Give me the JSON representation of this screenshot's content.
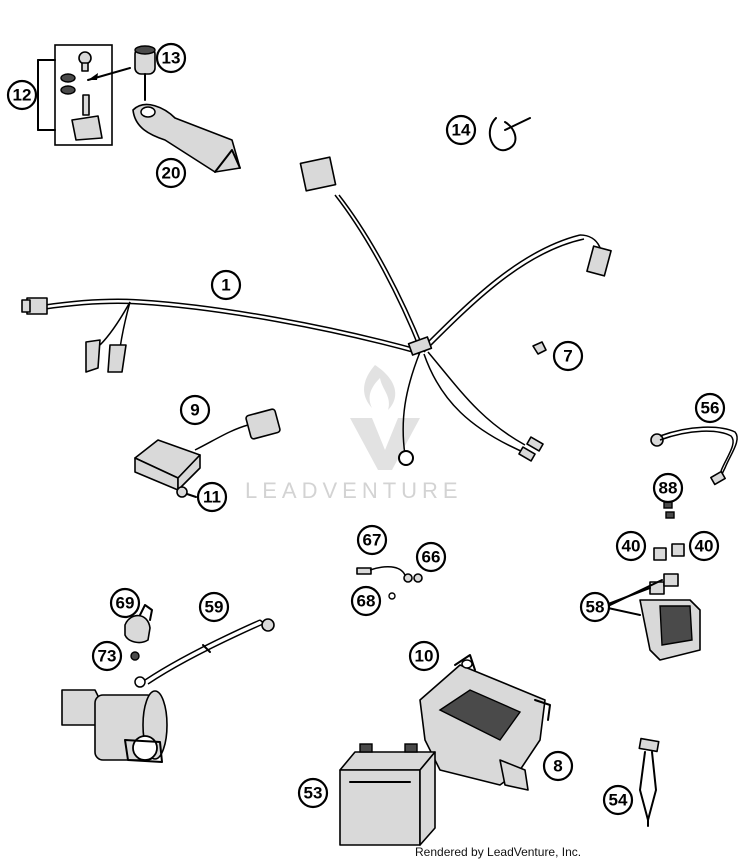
{
  "callouts": {
    "c1": "1",
    "c7": "7",
    "c8": "8",
    "c9": "9",
    "c10": "10",
    "c11": "11",
    "c12": "12",
    "c13": "13",
    "c14": "14",
    "c20": "20",
    "c40a": "40",
    "c40b": "40",
    "c53": "53",
    "c54": "54",
    "c56": "56",
    "c58": "58",
    "c59": "59",
    "c66": "66",
    "c67": "67",
    "c68": "68",
    "c69": "69",
    "c73": "73",
    "c88": "88"
  },
  "watermark": {
    "text": "LEADVENTURE"
  },
  "credit": {
    "text": "Rendered by LeadVenture, Inc."
  }
}
